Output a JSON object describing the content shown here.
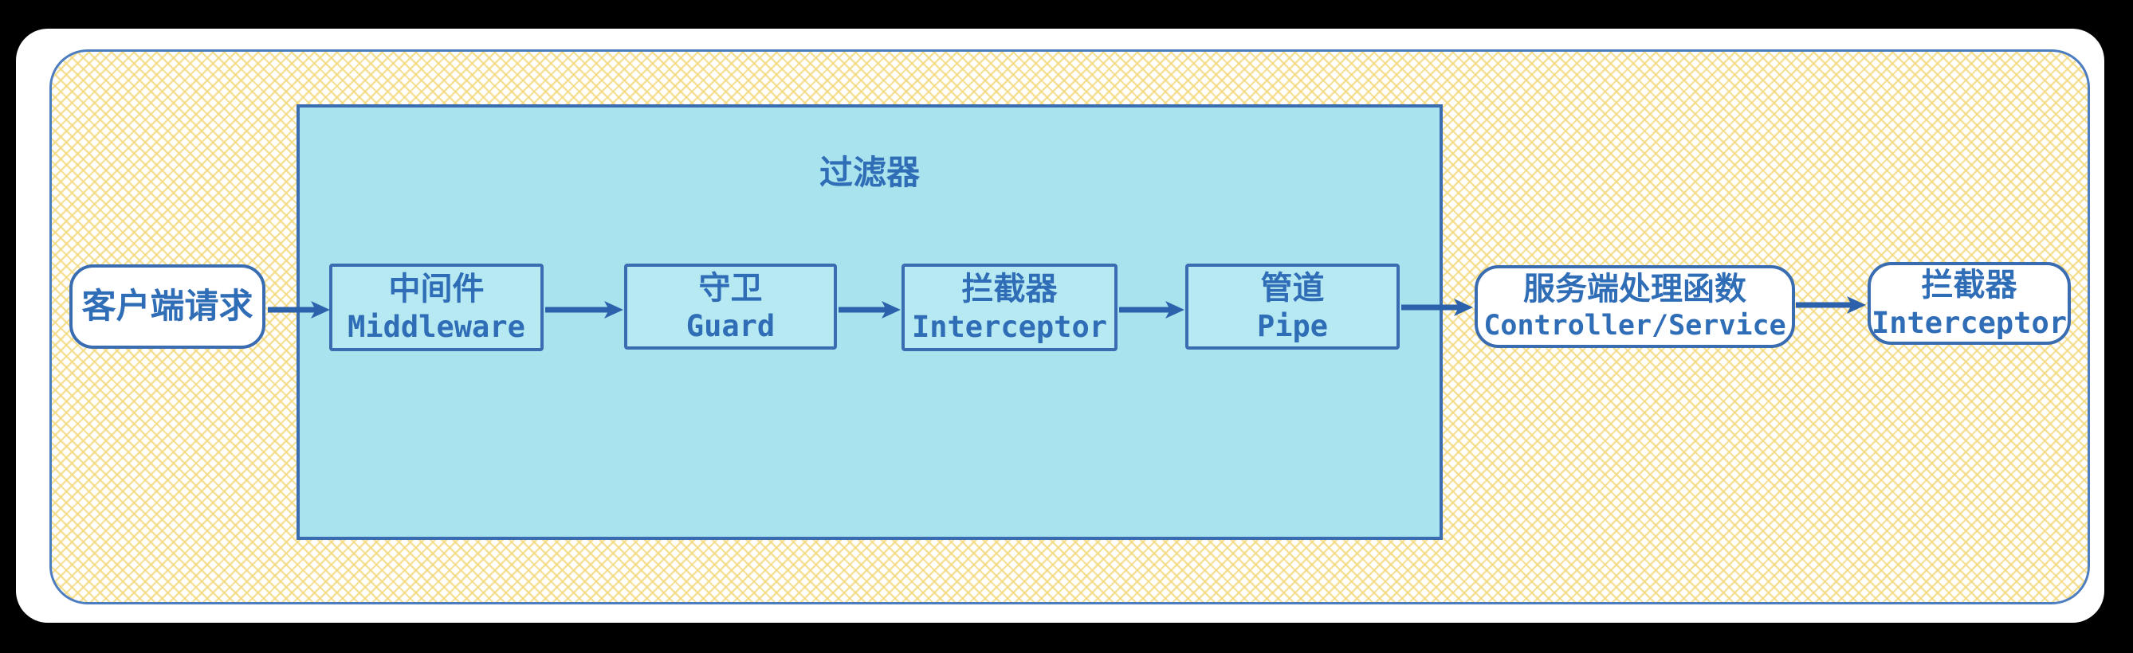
{
  "diagram": {
    "filter_group": {
      "title": "过滤器"
    },
    "nodes": [
      {
        "id": "client-request",
        "line1": "客户端请求",
        "line2": ""
      },
      {
        "id": "middleware",
        "line1": "中间件",
        "line2": "Middleware"
      },
      {
        "id": "guard",
        "line1": "守卫",
        "line2": "Guard"
      },
      {
        "id": "interceptor-in",
        "line1": "拦截器",
        "line2": "Interceptor"
      },
      {
        "id": "pipe",
        "line1": "管道",
        "line2": "Pipe"
      },
      {
        "id": "controller",
        "line1": "服务端处理函数",
        "line2": "Controller/Service"
      },
      {
        "id": "interceptor-out",
        "line1": "拦截器",
        "line2": "Interceptor"
      }
    ],
    "colors": {
      "background": "#000000",
      "card": "#ffffff",
      "panel_border": "#4c7dc0",
      "hatch_yellow": "#f4d97d",
      "filter_fill": "#a9e3ee",
      "inner_box_fill": "#b6e9f2",
      "shape_border": "#3a6cb2",
      "text_blue": "#2f6db6",
      "arrow_blue": "#2c62ab"
    }
  }
}
